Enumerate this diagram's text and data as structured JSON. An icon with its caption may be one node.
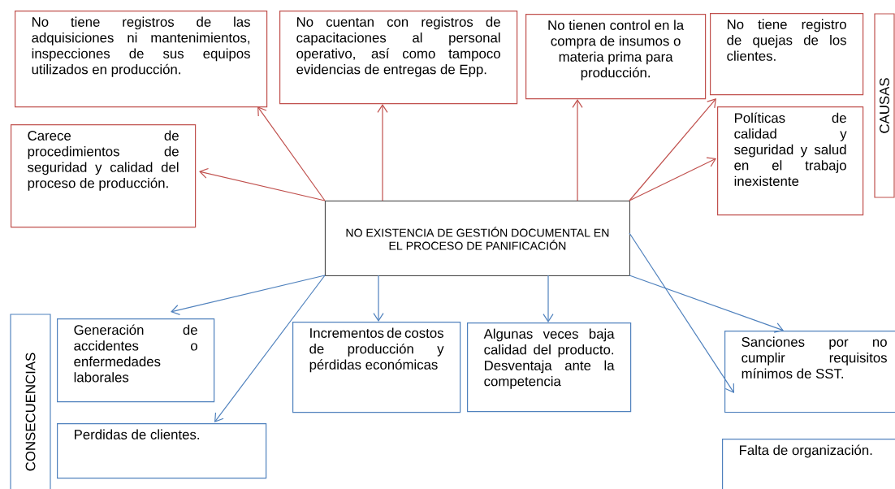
{
  "diagram": {
    "nodes": [
      {
        "text": [
          "NO EXISTENCIA DE GESTIÓN DOCUMENTAL EN EL PROCESO DE PANIFICACIÓN"
        ]
      },
      {
        "text": [
          "No tiene registros de las adquisiciones ni mantenimientos, inspecciones de sus equipos utilizados en producción."
        ]
      },
      {
        "text": [
          "No cuentan con registros de capacitaciones al personal operativo, así como tampoco evidencias de entregas de Epp."
        ]
      },
      {
        "text": [
          "No tienen control en la compra de insumos o materia prima para producción."
        ]
      },
      {
        "text": [
          "No tiene registro de quejas de los clientes."
        ]
      },
      {
        "text": [
          "Carece de procedimientos de seguridad y calidad del proceso de producción."
        ]
      },
      {
        "text": [
          "Políticas de calidad y seguridad y salud en el trabajo inexistente"
        ]
      },
      {
        "text": [
          "CAUSAS"
        ]
      },
      {
        "text": [
          "CONSECUENCIAS"
        ]
      },
      {
        "text": [
          "Generación de accidentes o enfermedades laborales"
        ]
      },
      {
        "text": [
          "Incrementos de costos de producción y pérdidas económicas"
        ]
      },
      {
        "text": [
          "Algunas veces baja calidad del producto. Desventaja ante la competencia"
        ]
      },
      {
        "text": [
          "Sanciones por no cumplir requisitos mínimos de SST."
        ]
      },
      {
        "text": [
          "Perdidas de clientes."
        ]
      },
      {
        "text": [
          "Falta de organización."
        ]
      }
    ],
    "edges": [
      {
        "from": 0,
        "to": 1,
        "arrow": "to",
        "color": "#c0504d"
      },
      {
        "from": 0,
        "to": 2,
        "arrow": "to",
        "color": "#c0504d"
      },
      {
        "from": 0,
        "to": 3,
        "arrow": "to",
        "color": "#c0504d"
      },
      {
        "from": 0,
        "to": 4,
        "arrow": "to",
        "color": "#c0504d"
      },
      {
        "from": 0,
        "to": 5,
        "arrow": "to",
        "color": "#c0504d"
      },
      {
        "from": 0,
        "to": 6,
        "arrow": "to",
        "color": "#c0504d"
      },
      {
        "from": 0,
        "to": 9,
        "arrow": "to",
        "color": "#4f81bd"
      },
      {
        "from": 0,
        "to": 10,
        "arrow": "to",
        "color": "#4f81bd"
      },
      {
        "from": 0,
        "to": 11,
        "arrow": "to",
        "color": "#4f81bd"
      },
      {
        "from": 0,
        "to": 12,
        "arrow": "to",
        "color": "#4f81bd"
      },
      {
        "from": 0,
        "to": 12,
        "arrow": "to",
        "color": "#4f81bd"
      },
      {
        "from": 0,
        "to": 13,
        "arrow": "to",
        "color": "#4f81bd"
      }
    ]
  }
}
